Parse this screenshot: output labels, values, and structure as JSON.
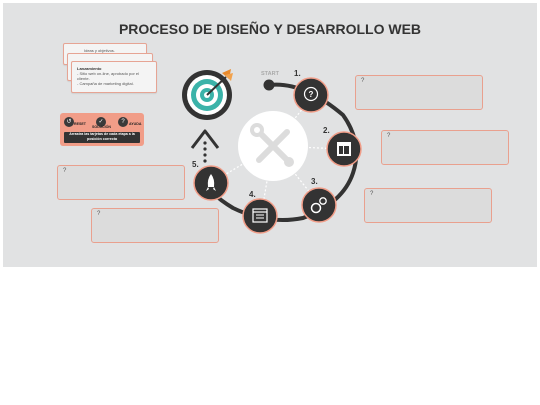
{
  "title": "PROCESO DE DISEÑO Y DESARROLLO WEB",
  "start_label": "START",
  "steps": [
    {
      "number": "1.",
      "icon": "speech-bubble-question-icon"
    },
    {
      "number": "2.",
      "icon": "layout-template-icon"
    },
    {
      "number": "3.",
      "icon": "gears-icon"
    },
    {
      "number": "4.",
      "icon": "browser-checklist-icon"
    },
    {
      "number": "5.",
      "icon": "rocket-icon"
    }
  ],
  "center_icon": "wrench-screwdriver-icon",
  "goal_icon": "target-arrow-icon",
  "answer_placeholder": "?",
  "cards": {
    "back_text": "Ideas y objetivos.",
    "front_title": "Lanzamiento",
    "front_text": "- Sitio web on-line, aprobado por el cliente.\n- Campaña de marketing digital."
  },
  "controls": {
    "reset_label": "RESET",
    "solution_label": "SOLUCIÓN",
    "help_label": "AYUDA",
    "instruction": "Arrastra las tarjetas de cada etapa a la posición correcta"
  },
  "colors": {
    "background": "#e1e2e3",
    "accent": "#f19d88",
    "dark": "#333333",
    "step_circle": "#3a3a3a"
  }
}
